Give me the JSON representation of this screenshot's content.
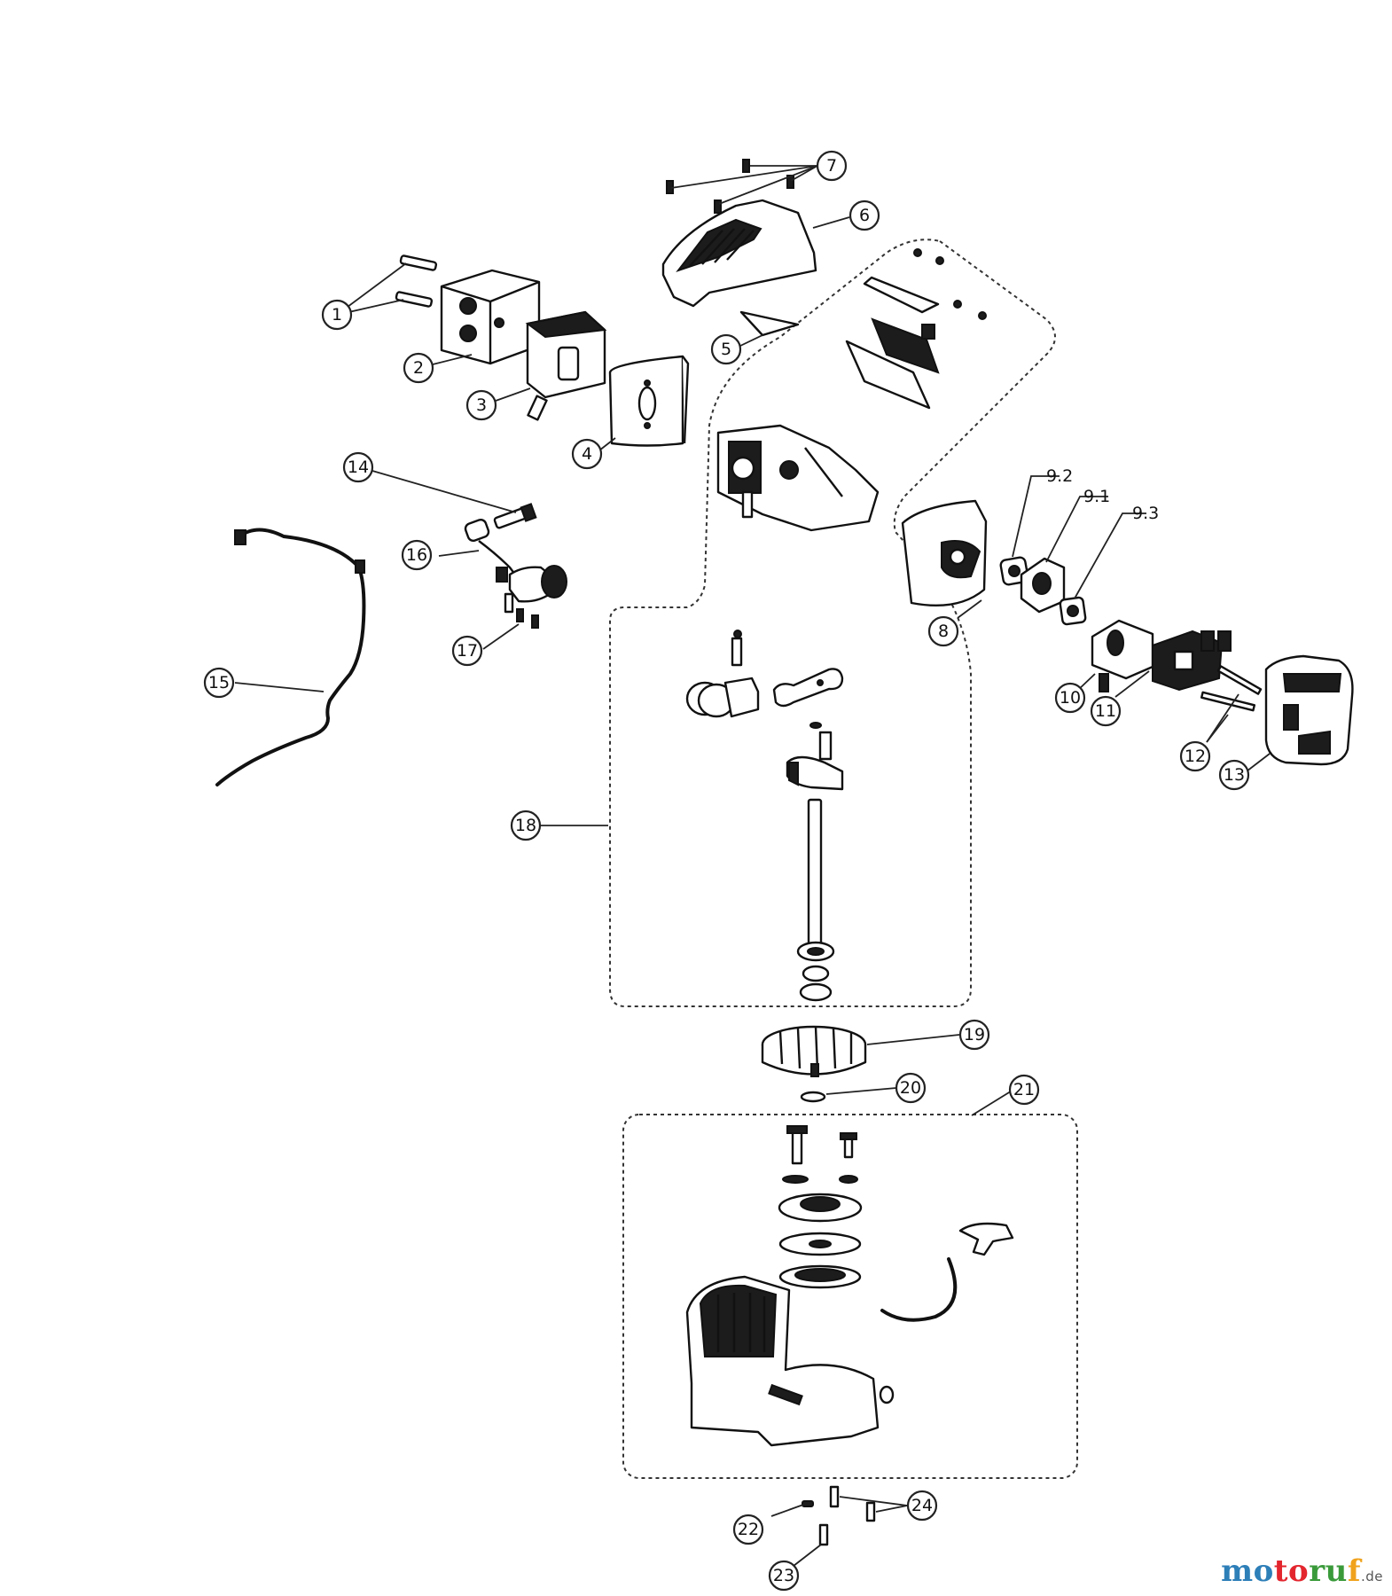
{
  "callouts": [
    {
      "id": "c1",
      "label": "1"
    },
    {
      "id": "c2",
      "label": "2"
    },
    {
      "id": "c3",
      "label": "3"
    },
    {
      "id": "c4",
      "label": "4"
    },
    {
      "id": "c5",
      "label": "5"
    },
    {
      "id": "c6",
      "label": "6"
    },
    {
      "id": "c7",
      "label": "7"
    },
    {
      "id": "c8",
      "label": "8"
    },
    {
      "id": "c9_1",
      "label": "9.1"
    },
    {
      "id": "c9_2",
      "label": "9.2"
    },
    {
      "id": "c9_3",
      "label": "9.3"
    },
    {
      "id": "c10",
      "label": "10"
    },
    {
      "id": "c11",
      "label": "11"
    },
    {
      "id": "c12",
      "label": "12"
    },
    {
      "id": "c13",
      "label": "13"
    },
    {
      "id": "c14",
      "label": "14"
    },
    {
      "id": "c15",
      "label": "15"
    },
    {
      "id": "c16",
      "label": "16"
    },
    {
      "id": "c17",
      "label": "17"
    },
    {
      "id": "c18",
      "label": "18"
    },
    {
      "id": "c19",
      "label": "19"
    },
    {
      "id": "c20",
      "label": "20"
    },
    {
      "id": "c21",
      "label": "21"
    },
    {
      "id": "c22",
      "label": "22"
    },
    {
      "id": "c23",
      "label": "23"
    },
    {
      "id": "c24",
      "label": "24"
    }
  ],
  "watermark": {
    "part_a": "mo",
    "part_b": "to",
    "part_c": "ru",
    "part_d": "f",
    "tld": ".de"
  }
}
